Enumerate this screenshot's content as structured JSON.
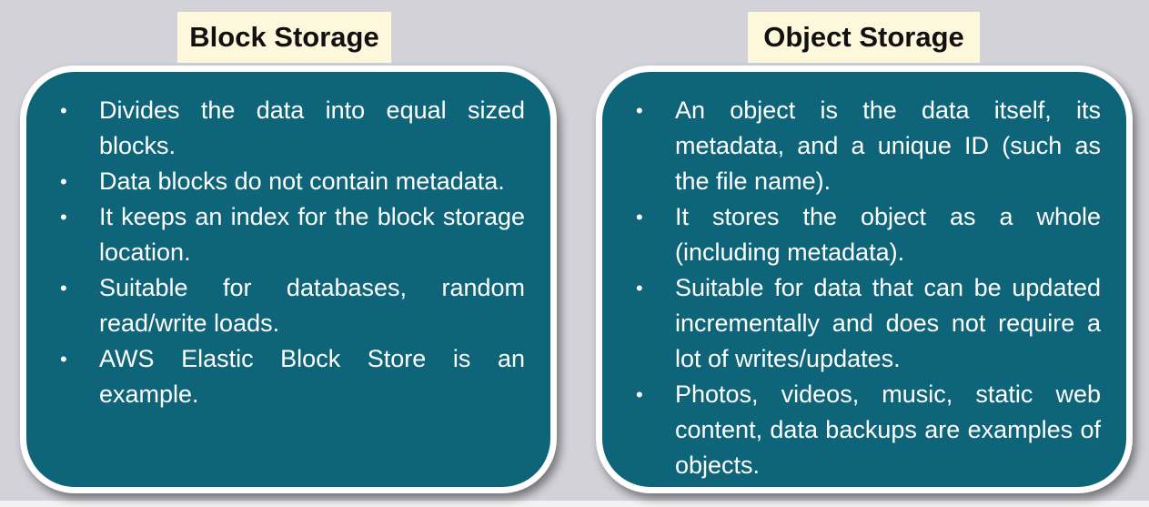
{
  "block": {
    "title": "Block Storage",
    "items": [
      {
        "text": "Divides the data into equal sized blocks."
      },
      {
        "text": "Data blocks do not contain metadata."
      },
      {
        "text": "It keeps an index for the block storage location."
      },
      {
        "text": "Suitable for databases, random read/write loads."
      },
      {
        "text": "AWS Elastic Block Store is an example."
      }
    ]
  },
  "object": {
    "title": "Object Storage",
    "items": [
      {
        "text": "An object is the data itself, its metadata, and a unique ID (such as the file name)."
      },
      {
        "text": "It stores the object as a whole (including metadata)."
      },
      {
        "text": "Suitable for data that can be updated incrementally and does not require a lot of writes/updates."
      },
      {
        "text": "Photos, videos, music, static web content, data backups are examples of objects."
      }
    ]
  },
  "bullet_glyph": "•",
  "colors": {
    "panel_fill": "#0e6478",
    "panel_border": "#ffffff",
    "title_bg": "#fdf8dc",
    "page_bg": "#d3d2d8"
  }
}
